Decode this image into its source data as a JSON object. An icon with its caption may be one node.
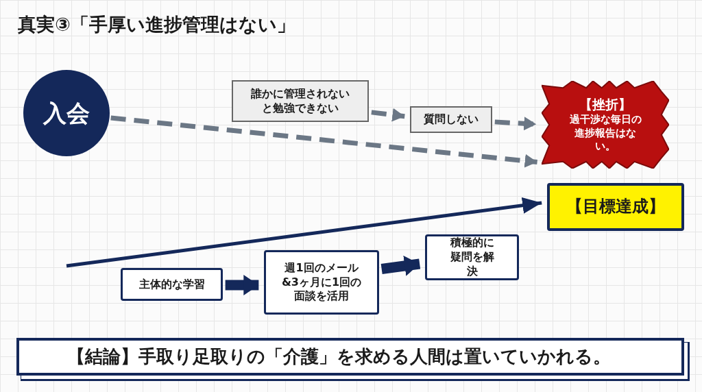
{
  "diagram": {
    "title": "真実③「手厚い進捗管理はない」",
    "nodes": [
      {
        "text": [
          "入会"
        ]
      },
      {
        "text": [
          "誰かに管理されないと勉強できない"
        ]
      },
      {
        "text": [
          "質問しない"
        ]
      },
      {
        "text": [
          "【挫折】",
          "過干渉な毎日の進捗報告はない。"
        ]
      },
      {
        "text": [
          "【目標達成】"
        ]
      },
      {
        "text": [
          "主体的な学習"
        ]
      },
      {
        "text": [
          "週1回のメール&3ヶ月に1回の面談を活用"
        ]
      },
      {
        "text": [
          "積極的に疑問を解決"
        ]
      },
      {
        "text": [
          "【結論】手取り足取りの「介護」を求める人間は置いていかれる。"
        ]
      }
    ],
    "edges": [
      {
        "from": 0,
        "to": 3,
        "arrow": "to",
        "style": "dashed",
        "color": "#6b7785"
      },
      {
        "from": 1,
        "to": 2,
        "arrow": "to",
        "style": "dashed",
        "color": "#6b7785"
      },
      {
        "from": 2,
        "to": 3,
        "arrow": "to",
        "style": "dashed",
        "color": "#6b7785"
      },
      {
        "from": null,
        "to": 4,
        "arrow": "to"
      },
      {
        "from": 5,
        "to": 6,
        "arrow": "to",
        "style": "thick"
      },
      {
        "from": 6,
        "to": 7,
        "arrow": "to",
        "style": "thick"
      }
    ]
  }
}
